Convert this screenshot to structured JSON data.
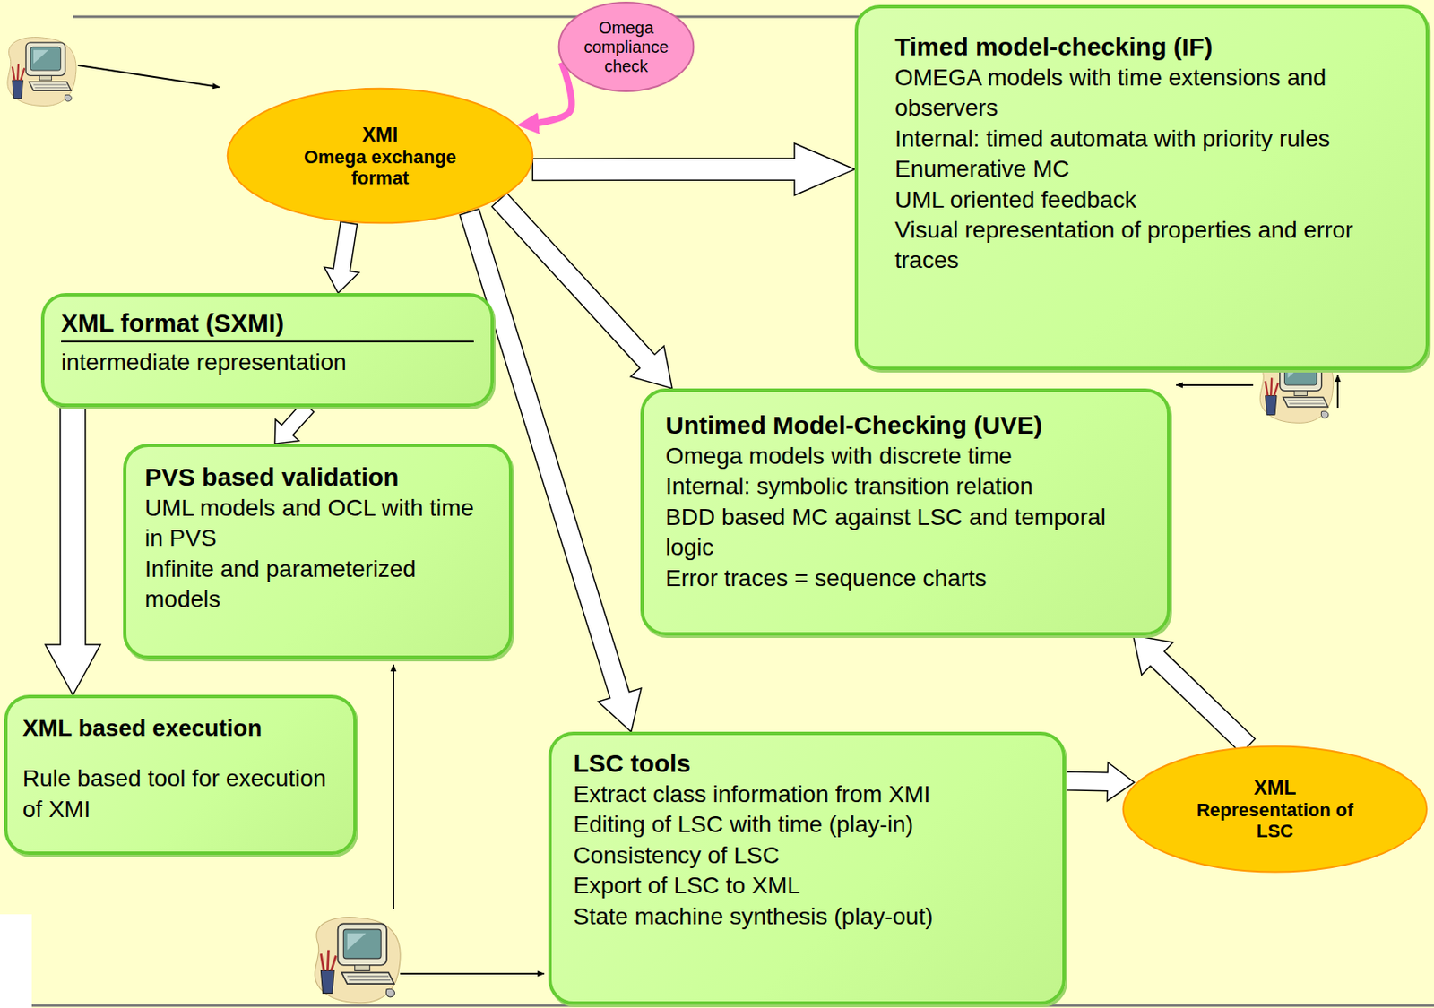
{
  "diagram": {
    "nodes": [
      {
        "text": [
          "XMI",
          "Omega exchange format"
        ]
      },
      {
        "text": [
          "Omega compliance check"
        ]
      },
      {
        "text": [
          "Timed model-checking (IF)",
          "OMEGA models with time extensions and observers",
          "Internal: timed automata with priority rules",
          "Enumerative MC",
          "UML oriented feedback",
          "Visual representation of properties and error traces"
        ]
      },
      {
        "text": [
          "XML format (SXMI)",
          "intermediate representation"
        ]
      },
      {
        "text": [
          "PVS based validation",
          "UML models and OCL with time in PVS",
          "Infinite and parameterized models"
        ]
      },
      {
        "text": [
          "Untimed Model-Checking (UVE)",
          "Omega models with discrete time",
          "Internal: symbolic transition relation",
          "BDD based MC against LSC and temporal logic",
          "Error traces = sequence charts"
        ]
      },
      {
        "text": [
          "XML based execution",
          "Rule based tool for execution of XMI"
        ]
      },
      {
        "text": [
          "LSC tools",
          "Extract class information from XMI",
          "Editing of LSC with time (play-in)",
          "Consistency of LSC",
          "Export of LSC to XML",
          "State machine synthesis (play-out)"
        ]
      },
      {
        "text": [
          "XML",
          "Representation of LSC"
        ]
      }
    ],
    "edges": [
      {
        "from": 0,
        "to": 2,
        "arrow": "to"
      },
      {
        "from": 0,
        "to": 3,
        "arrow": "to"
      },
      {
        "from": 0,
        "to": 5,
        "arrow": "to"
      },
      {
        "from": 0,
        "to": 7,
        "arrow": "to"
      },
      {
        "from": 3,
        "to": 4,
        "arrow": "to"
      },
      {
        "from": 3,
        "to": 6,
        "arrow": "to"
      },
      {
        "from": 7,
        "to": 8,
        "arrow": "to"
      },
      {
        "from": 8,
        "to": 5,
        "arrow": "to"
      },
      {
        "from": 1,
        "to": 0,
        "arrow": "to"
      }
    ]
  }
}
